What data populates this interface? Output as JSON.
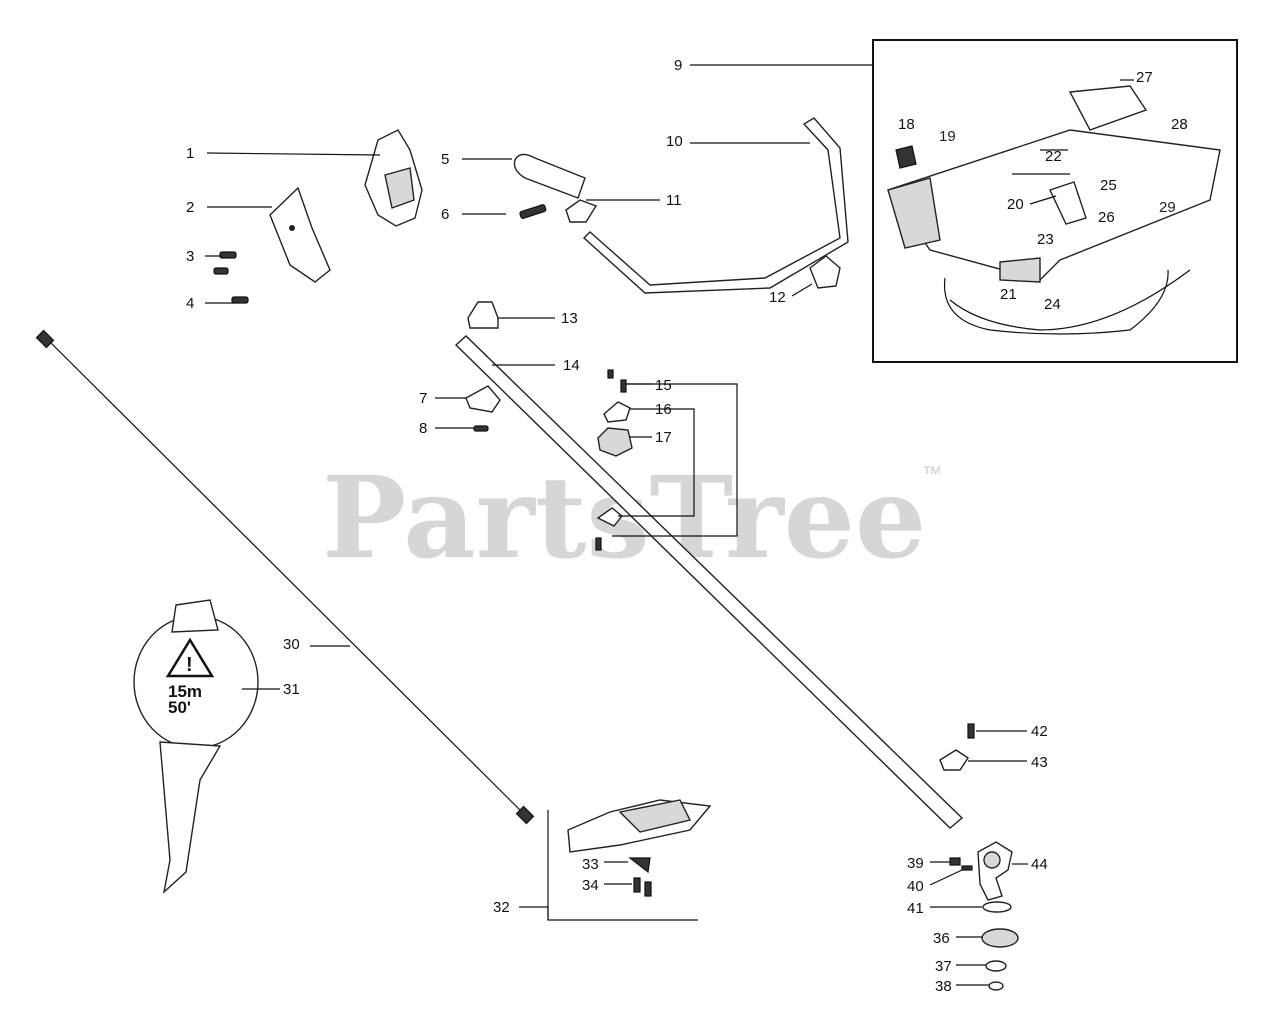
{
  "watermark": {
    "brand": "PartsTree",
    "trademark": "™"
  },
  "decal": {
    "distance_m": "15m",
    "distance_ft": "50'"
  },
  "callouts": {
    "n1": "1",
    "n2": "2",
    "n3": "3",
    "n4": "4",
    "n5": "5",
    "n6": "6",
    "n7": "7",
    "n8": "8",
    "n9": "9",
    "n10": "10",
    "n11": "11",
    "n12": "12",
    "n13": "13",
    "n14": "14",
    "n15": "15",
    "n16": "16",
    "n17": "17",
    "n18": "18",
    "n19": "19",
    "n20": "20",
    "n21": "21",
    "n22": "22",
    "n23": "23",
    "n24": "24",
    "n25": "25",
    "n26": "26",
    "n27": "27",
    "n28": "28",
    "n29": "29",
    "n30": "30",
    "n31": "31",
    "n32": "32",
    "n33": "33",
    "n34": "34",
    "n36": "36",
    "n37": "37",
    "n38": "38",
    "n39": "39",
    "n40": "40",
    "n41": "41",
    "n42": "42",
    "n43": "43",
    "n44": "44"
  }
}
